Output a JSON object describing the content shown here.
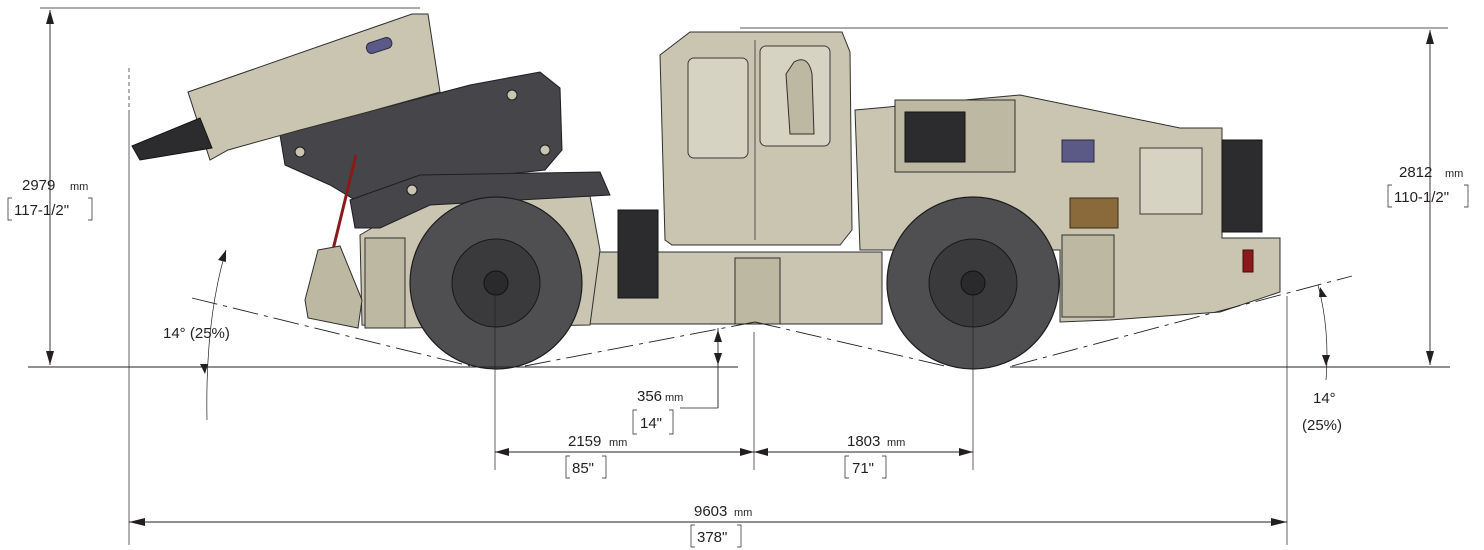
{
  "dimensions": {
    "height_breaker": {
      "mm": "2979",
      "unit": "mm",
      "inch": "117-1/2\""
    },
    "height_canopy": {
      "mm": "2812",
      "unit": "mm",
      "inch": "110-1/2\""
    },
    "ground_clearance": {
      "mm": "356",
      "unit": "mm",
      "inch": "14\""
    },
    "front_overhang_to_center": {
      "mm": "2159",
      "unit": "mm",
      "inch": "85\""
    },
    "center_to_rear_axle": {
      "mm": "1803",
      "unit": "mm",
      "inch": "71\""
    },
    "overall_length": {
      "mm": "9603",
      "unit": "mm",
      "inch": "378\""
    }
  },
  "angles": {
    "approach": "14° (25%)",
    "departure_deg": "14°",
    "departure_pct": "(25%)"
  },
  "colors": {
    "line": "#231f20",
    "body": "#c9c5b0",
    "boom": "#45454a",
    "tire": "#4f4f52"
  }
}
